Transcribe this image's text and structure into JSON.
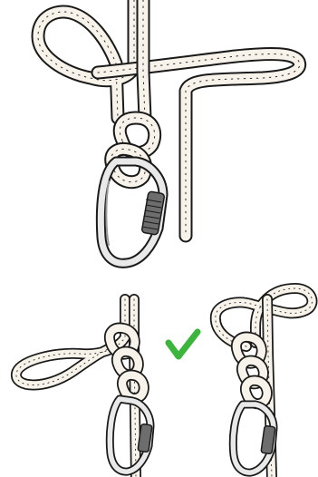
{
  "diagram": {
    "panels": [
      {
        "id": "main",
        "check_mark": false
      },
      {
        "id": "bottom-left",
        "check_mark": true
      },
      {
        "id": "bottom-right",
        "check_mark": false
      }
    ],
    "colors": {
      "rope_fill": "#f7f3ea",
      "outline": "#1a1a1a",
      "metal": "#e9e9e9",
      "check": "#3cb53c"
    },
    "icons": [
      "rope-icon",
      "carabiner-icon",
      "check-mark-icon"
    ]
  }
}
